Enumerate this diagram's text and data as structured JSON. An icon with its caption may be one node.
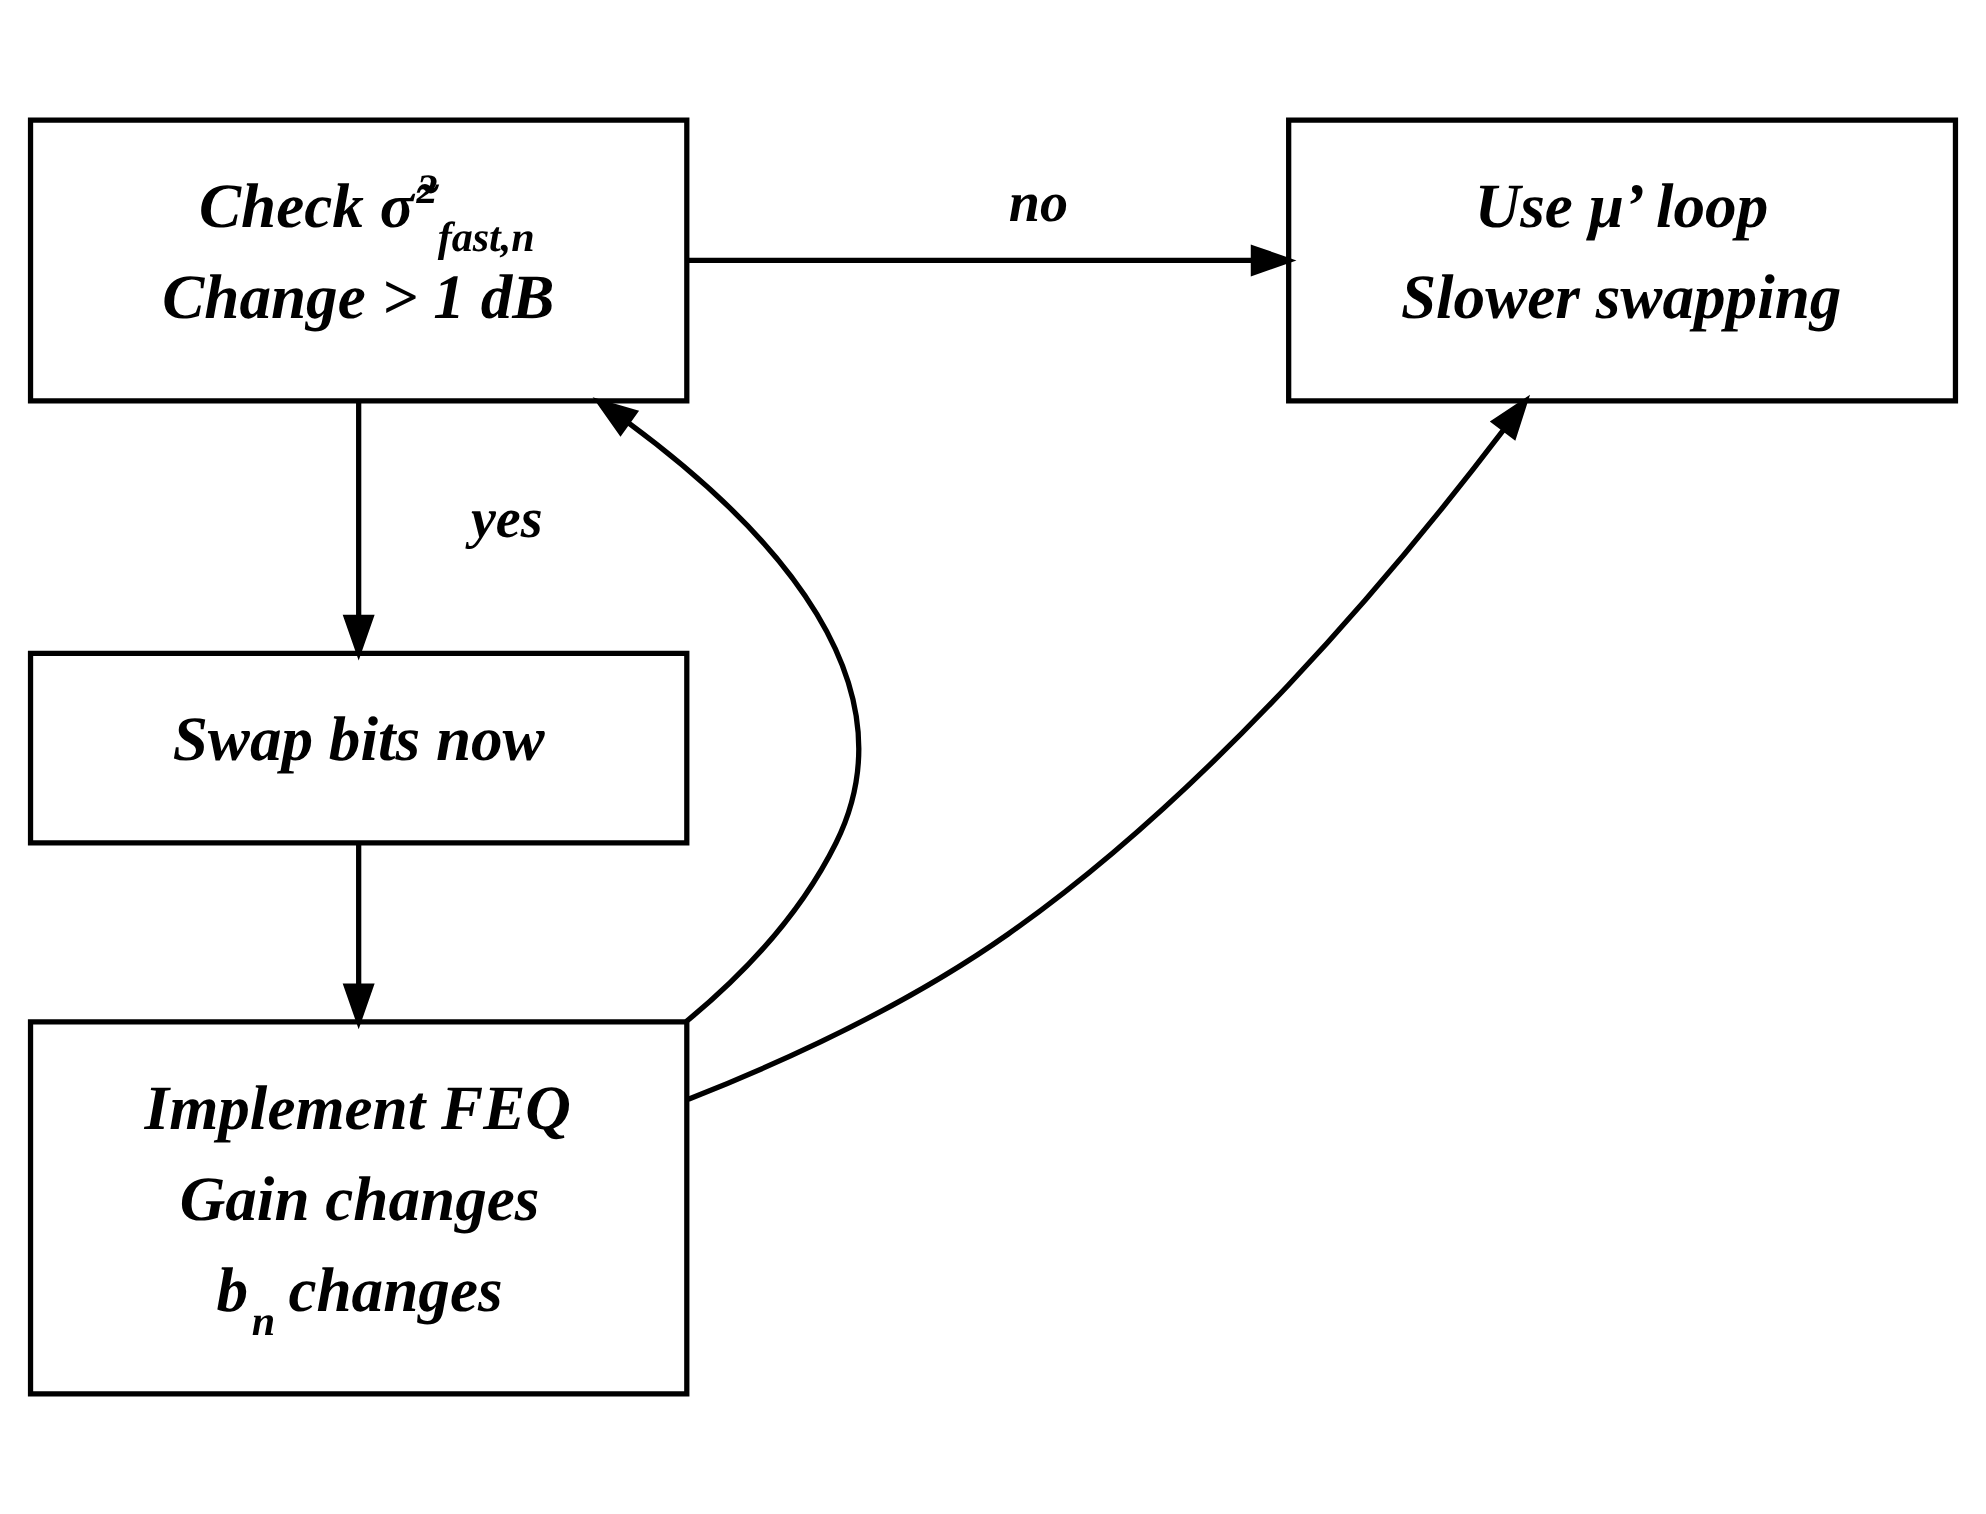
{
  "diagram": {
    "nodes": [
      {
        "text": [
          "Check σ̃$^{2}$$_{fast,n}$",
          "Change > 1 dB"
        ]
      },
      {
        "text": [
          "Use μ’ loop",
          "Slower swapping"
        ]
      },
      {
        "text": [
          "Swap bits now"
        ]
      },
      {
        "text": [
          "Implement FEQ",
          "Gain changes",
          "b$_{n}$ changes"
        ]
      }
    ],
    "edges": [
      {
        "from": 0,
        "to": 1,
        "arrow": "to",
        "label": "no"
      },
      {
        "from": 0,
        "to": 2,
        "arrow": "to",
        "label": "yes"
      },
      {
        "from": 2,
        "to": 3,
        "arrow": "to"
      },
      {
        "from": 3,
        "to": 0,
        "arrow": "to"
      },
      {
        "from": 3,
        "to": 1,
        "arrow": "to"
      }
    ]
  }
}
